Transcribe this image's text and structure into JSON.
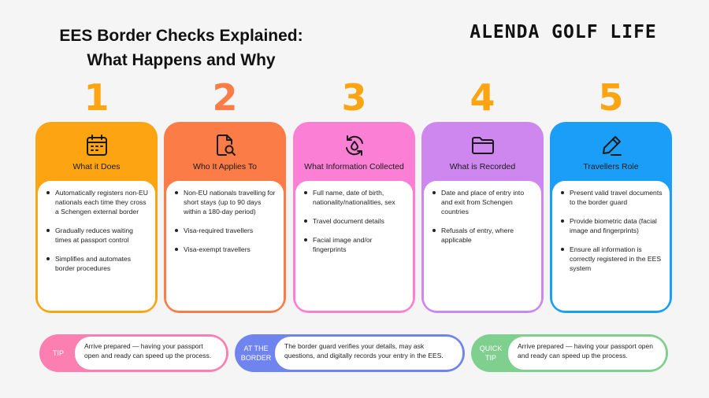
{
  "header": {
    "title_line1": "EES Border Checks Explained:",
    "title_line2": "What Happens and Why",
    "brand": "ALENDA GOLF LIFE"
  },
  "colors": {
    "step1": "#fca411",
    "step2": "#fb7c47",
    "step3": "#fb7fd4",
    "step4": "#cd87ef",
    "step5": "#1a9ef8",
    "tip": "#fb7fb0",
    "border": "#6f84ef",
    "quick": "#7fcf8f"
  },
  "steps": [
    {
      "number": "1",
      "icon": "calendar-icon",
      "title": "What it Does",
      "items": [
        "Automatically registers non-EU nationals each time they cross a Schengen external border",
        "Gradually reduces waiting times at passport control",
        "Simplifies and automates border procedures"
      ]
    },
    {
      "number": "2",
      "icon": "document-search-icon",
      "title": "Who It Applies To",
      "items": [
        "Non-EU nationals travelling for short stays (up to 90 days within a 180-day period)",
        "Visa-required travellers",
        "Visa-exempt travellers"
      ]
    },
    {
      "number": "3",
      "icon": "refresh-drop-icon",
      "title": "What Information Collected",
      "items": [
        "Full name, date of birth, nationality/nationalities, sex",
        "Travel document details",
        "Facial image and/or fingerprints"
      ]
    },
    {
      "number": "4",
      "icon": "folder-icon",
      "title": "What is Recorded",
      "items": [
        "Date and place of entry into and exit from Schengen countries",
        "Refusals of entry, where applicable"
      ]
    },
    {
      "number": "5",
      "icon": "pencil-icon",
      "title": "Travellers Role",
      "items": [
        "Present valid travel documents to the border guard",
        "Provide biometric data (facial image and fingerprints)",
        "Ensure all information is correctly registered in the EES system"
      ]
    }
  ],
  "notes": {
    "tip": {
      "label": "TIP",
      "text": "Arrive prepared — having your passport open and ready can speed up the process."
    },
    "border": {
      "label_line1": "AT THE",
      "label_line2": "BORDER",
      "text": "The border guard verifies your details, may ask questions, and digitally records your entry in the EES."
    },
    "quick": {
      "label_line1": "QUICK",
      "label_line2": "TIP",
      "text": "Arrive prepared — having your passport open and ready can speed up the process."
    }
  }
}
